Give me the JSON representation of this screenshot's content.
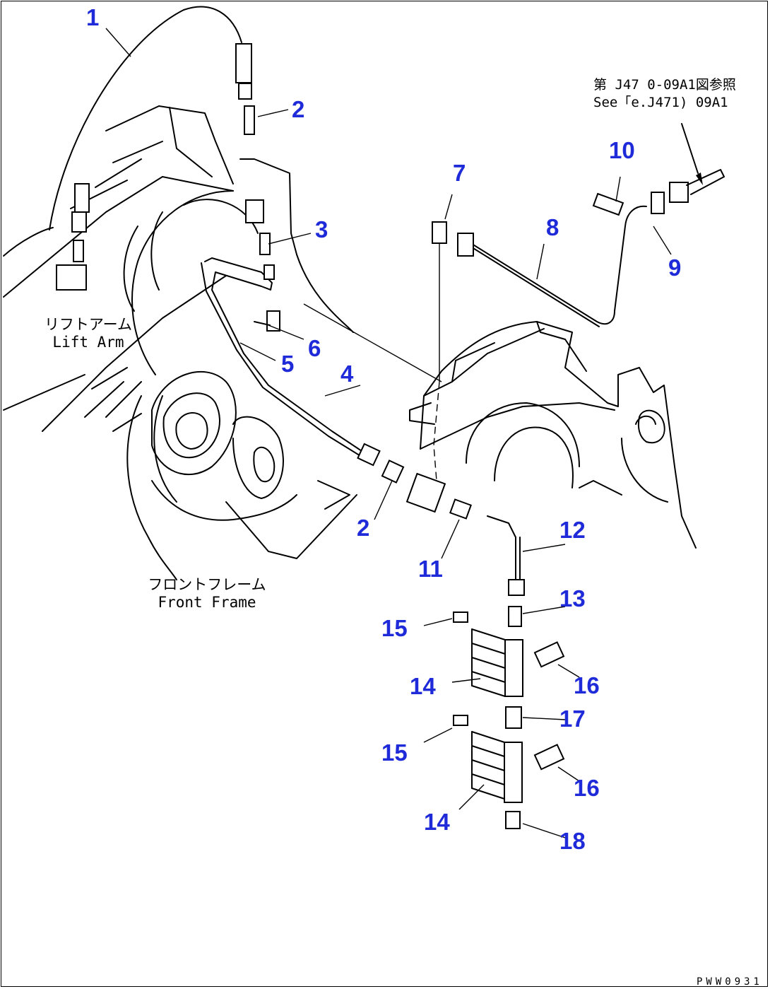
{
  "callouts": [
    {
      "id": "c1",
      "text": "1"
    },
    {
      "id": "c2a",
      "text": "2"
    },
    {
      "id": "c3",
      "text": "3"
    },
    {
      "id": "c4",
      "text": "4"
    },
    {
      "id": "c5",
      "text": "5"
    },
    {
      "id": "c6",
      "text": "6"
    },
    {
      "id": "c7",
      "text": "7"
    },
    {
      "id": "c8",
      "text": "8"
    },
    {
      "id": "c9",
      "text": "9"
    },
    {
      "id": "c10",
      "text": "10"
    },
    {
      "id": "c2b",
      "text": "2"
    },
    {
      "id": "c11",
      "text": "11"
    },
    {
      "id": "c12",
      "text": "12"
    },
    {
      "id": "c13",
      "text": "13"
    },
    {
      "id": "c15a",
      "text": "15"
    },
    {
      "id": "c14a",
      "text": "14"
    },
    {
      "id": "c16a",
      "text": "16"
    },
    {
      "id": "c17",
      "text": "17"
    },
    {
      "id": "c15b",
      "text": "15"
    },
    {
      "id": "c16b",
      "text": "16"
    },
    {
      "id": "c14b",
      "text": "14"
    },
    {
      "id": "c18",
      "text": "18"
    }
  ],
  "labels": {
    "lift_arm_jp": "リフトアーム",
    "lift_arm_en": "Lift Arm",
    "front_frame_jp": "フロントフレーム",
    "front_frame_en": "Front Frame",
    "ref_jp": "第 J47 0-09A1図参照",
    "ref_en": "See「e.J471) 09A1"
  },
  "drawing_code": "PWW0931",
  "colors": {
    "callout": "#1f2bd8",
    "line": "#000000",
    "background": "#ffffff"
  }
}
